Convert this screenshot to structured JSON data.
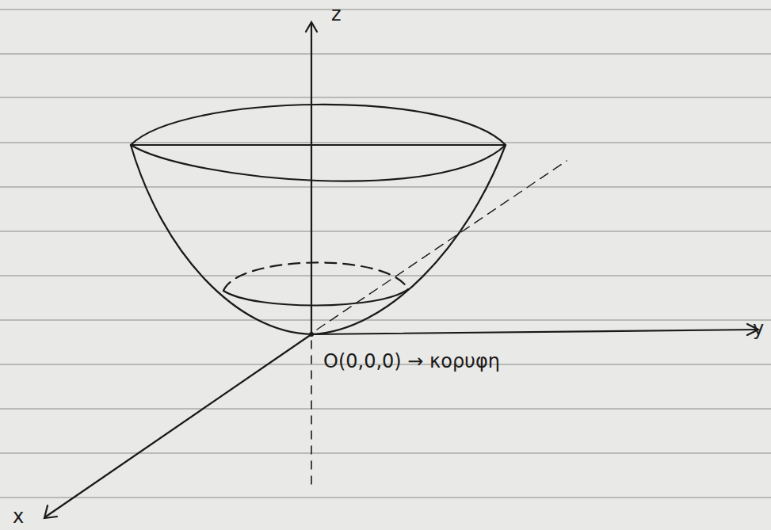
{
  "diagram": {
    "labels": [
      "z",
      "y",
      "x",
      "O(0,0,0) → κορυφη"
    ]
  }
}
